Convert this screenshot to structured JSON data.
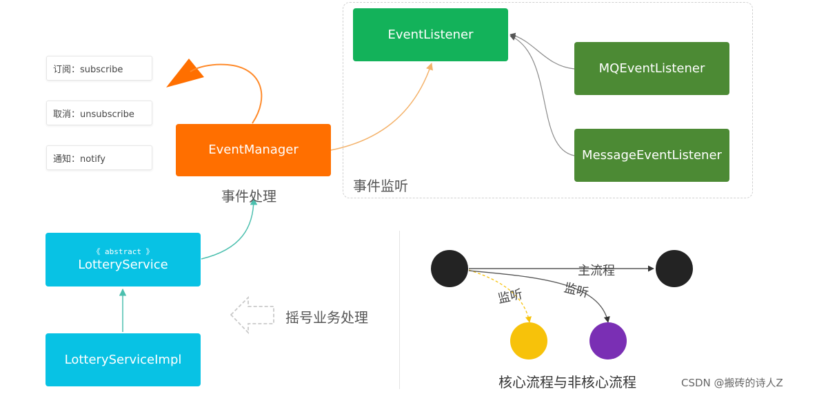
{
  "operations": [
    {
      "label": "订阅：subscribe"
    },
    {
      "label": "取消：unsubscribe"
    },
    {
      "label": "通知：notify"
    }
  ],
  "event_manager": {
    "label": "EventManager"
  },
  "event_handling_caption": "事件处理",
  "event_listener": {
    "label": "EventListener"
  },
  "mq_event_listener": {
    "label": "MQEventListener"
  },
  "message_event_listener": {
    "label": "MessageEventListener"
  },
  "event_listen_caption": "事件监听",
  "lottery_service": {
    "stereotype": "《 abstract 》",
    "label": "LotteryService"
  },
  "lottery_service_impl": {
    "label": "LotteryServiceImpl"
  },
  "draw_business_caption": "摇号业务处理",
  "flow": {
    "main_flow_label": "主流程",
    "listen_label_left": "监听",
    "listen_label_right": "监听",
    "caption": "核心流程与非核心流程"
  },
  "watermark": "CSDN @搬砖的诗人Z",
  "colors": {
    "event_listener": "#13b25a",
    "sub_listener": "#4c8a34",
    "event_manager": "#ff6f00",
    "lottery": "#08c2e4",
    "node_dark": "#232323",
    "node_yellow": "#f7c20a",
    "node_purple": "#7a2fb4"
  }
}
